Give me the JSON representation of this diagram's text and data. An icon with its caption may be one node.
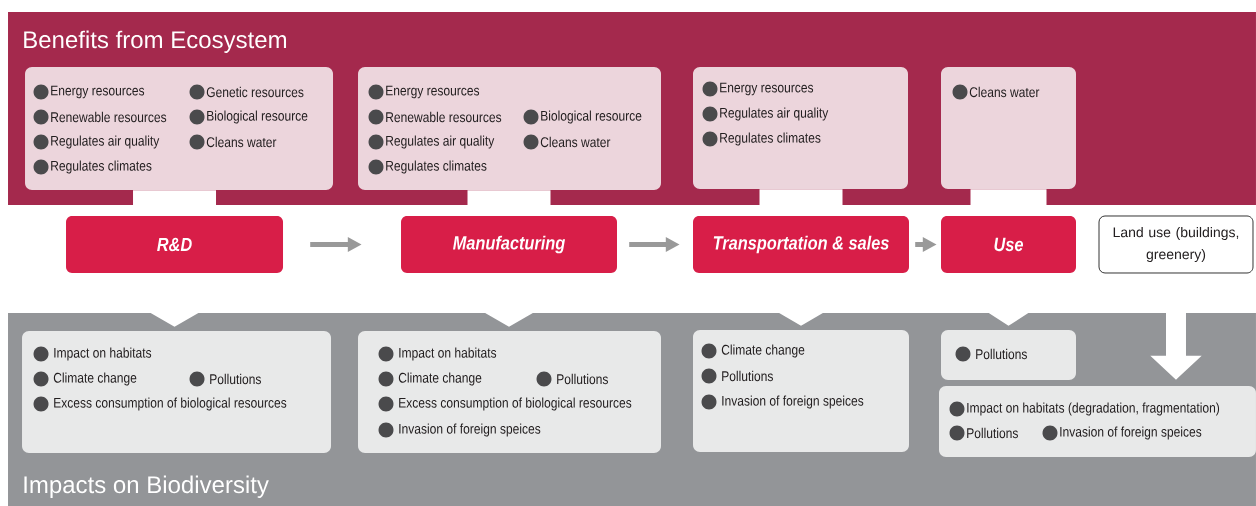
{
  "diagram": {
    "nodes": [
      {
        "text": [
          "Benefits from Ecosystem"
        ]
      },
      {
        "text": [
          "Energy resources",
          "Genetic resources",
          "Renewable resources",
          "Biological resource",
          "Regulates air quality",
          "Cleans water",
          "Regulates climates"
        ],
        "in": 0
      },
      {
        "text": [
          "Energy resources",
          "Renewable resources",
          "Biological resource",
          "Regulates air quality",
          "Cleans water",
          "Regulates climates"
        ],
        "in": 0
      },
      {
        "text": [
          "Energy resources",
          "Regulates air quality",
          "Regulates climates"
        ],
        "in": 0
      },
      {
        "text": [
          "Cleans water"
        ],
        "in": 0
      },
      {
        "text": [
          "R&D"
        ]
      },
      {
        "text": [
          "Manufacturing"
        ]
      },
      {
        "text": [
          "Transportation & sales"
        ]
      },
      {
        "text": [
          "Use"
        ]
      },
      {
        "text": [
          "Land use (buildings, greenery)"
        ]
      },
      {
        "text": [
          "Impacts on Biodiversity"
        ]
      },
      {
        "text": [
          "Impact on habitats",
          "Climate change",
          "Pollutions",
          "Excess consumption of biological resources"
        ],
        "in": 10
      },
      {
        "text": [
          "Impact on habitats",
          "Climate change",
          "Pollutions",
          "Excess consumption of biological resources",
          "Invasion of foreign speices"
        ],
        "in": 10
      },
      {
        "text": [
          "Climate change",
          "Pollutions",
          "Invasion of foreign speices"
        ],
        "in": 10
      },
      {
        "text": [
          "Pollutions"
        ],
        "in": 10
      },
      {
        "text": [
          "Impact on habitats (degradation, fragmentation)",
          "Pollutions",
          "Invasion of foreign speices"
        ],
        "in": 10
      }
    ],
    "edges": [
      {
        "from": 1,
        "to": 5,
        "arrow": "none",
        "style": "thick"
      },
      {
        "from": 5,
        "to": 11,
        "arrow": "to",
        "style": "thick"
      },
      {
        "from": 2,
        "to": 6,
        "arrow": "none",
        "style": "thick"
      },
      {
        "from": 6,
        "to": 12,
        "arrow": "to",
        "style": "thick"
      },
      {
        "from": 3,
        "to": 7,
        "arrow": "none",
        "style": "thick"
      },
      {
        "from": 7,
        "to": 13,
        "arrow": "to",
        "style": "thick"
      },
      {
        "from": 4,
        "to": 8,
        "arrow": "none",
        "style": "thick"
      },
      {
        "from": 8,
        "to": 14,
        "arrow": "to",
        "style": "thick"
      },
      {
        "from": 5,
        "to": 6,
        "arrow": "to",
        "color": "#999999"
      },
      {
        "from": 6,
        "to": 7,
        "arrow": "to",
        "color": "#999999"
      },
      {
        "from": 7,
        "to": 8,
        "arrow": "to",
        "color": "#999999"
      },
      {
        "from": 9,
        "to": 15,
        "arrow": "to"
      }
    ]
  }
}
